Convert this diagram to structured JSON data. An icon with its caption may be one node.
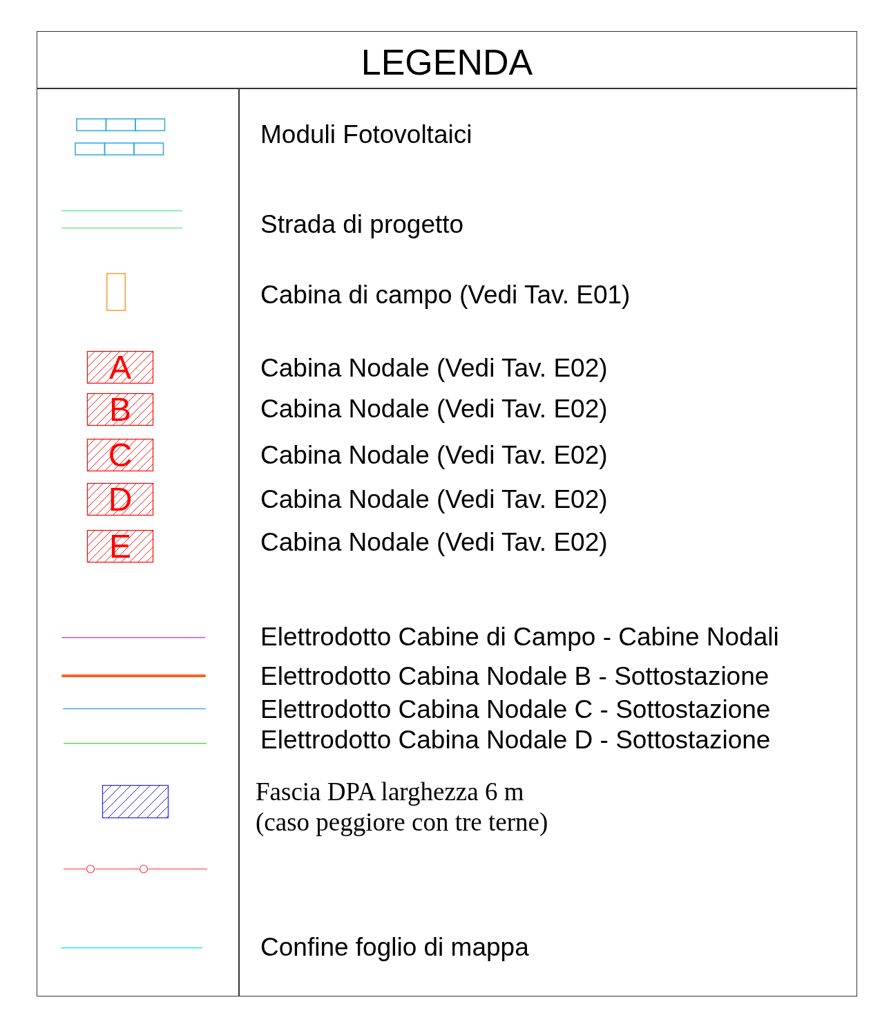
{
  "diagram": {
    "title": "LEGENDA",
    "labels": [
      "A",
      "B",
      "C",
      "D",
      "E"
    ],
    "legend": [
      {
        "text": "Moduli Fotovoltaici"
      },
      {
        "text": "Strada di progetto"
      },
      {
        "text": "Cabina di campo (Vedi Tav. E01)"
      },
      {
        "text": "Cabina Nodale (Vedi Tav. E02)"
      },
      {
        "text": "Cabina Nodale (Vedi Tav. E02)"
      },
      {
        "text": "Cabina Nodale (Vedi Tav. E02)"
      },
      {
        "text": "Cabina Nodale (Vedi Tav. E02)"
      },
      {
        "text": "Cabina Nodale (Vedi Tav. E02)"
      },
      {
        "text": "Elettrodotto Cabine di Campo - Cabine Nodali"
      },
      {
        "text": "Elettrodotto Cabina Nodale B - Sottostazione"
      },
      {
        "text": "Elettrodotto Cabina Nodale C - Sottostazione"
      },
      {
        "text": "Elettrodotto Cabina Nodale D - Sottostazione"
      },
      {
        "text": "Fascia DPA larghezza 6 m (caso peggiore con tre terne)"
      },
      {
        "text": "Confine foglio di mappa"
      }
    ]
  }
}
